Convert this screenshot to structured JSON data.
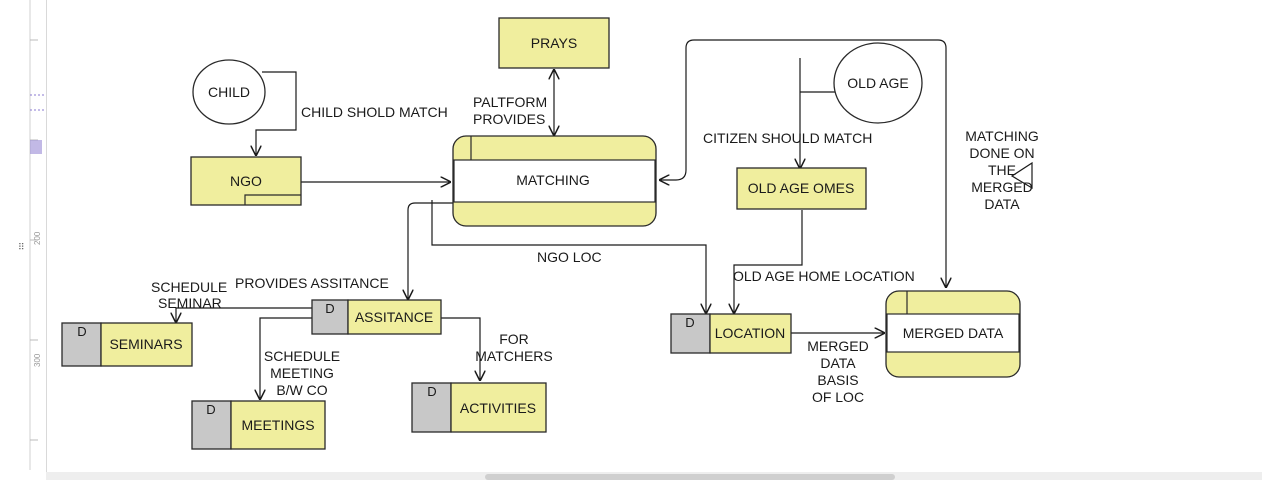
{
  "ruler": {
    "labels": [
      "200",
      "300"
    ],
    "handle_glyph": "⠿"
  },
  "external_entities": {
    "child": "CHILD",
    "old_age": "OLD AGE"
  },
  "processes": {
    "ngo": "NGO",
    "prays": "PRAYS",
    "matching": "MATCHING",
    "old_age_homes": "OLD AGE OMES",
    "merged_data": "MERGED DATA"
  },
  "data_stores": {
    "marker": "D",
    "assistance": "ASSITANCE",
    "seminars": "SEMINARS",
    "meetings": "MEETINGS",
    "activities": "ACTIVITIES",
    "location": "LOCATION"
  },
  "flow_labels": {
    "child_should_match": "CHILD  SHOLD MATCH",
    "platform_provides_1": "PALTFORM",
    "platform_provides_2": "PROVIDES",
    "citizen_should_match": "CITIZEN SHOULD MATCH",
    "matching_done_1": "MATCHING",
    "matching_done_2": "DONE ON",
    "matching_done_3": "THE",
    "matching_done_4": "MERGED",
    "matching_done_5": "DATA",
    "ngo_loc": "NGO LOC",
    "old_age_home_location": "OLD AGE HOME LOCATION",
    "schedule_seminar_1": "SCHEDULE",
    "schedule_seminar_2": "SEMINAR",
    "provides_assistance": "PROVIDES ASSITANCE",
    "for_matchers_1": "FOR",
    "for_matchers_2": "MATCHERS",
    "schedule_meeting_1": "SCHEDULE",
    "schedule_meeting_2": "MEETING",
    "schedule_meeting_3": "B/W CO",
    "merged_basis_1": "MERGED",
    "merged_basis_2": "DATA",
    "merged_basis_3": "BASIS",
    "merged_basis_4": "OF LOC"
  }
}
